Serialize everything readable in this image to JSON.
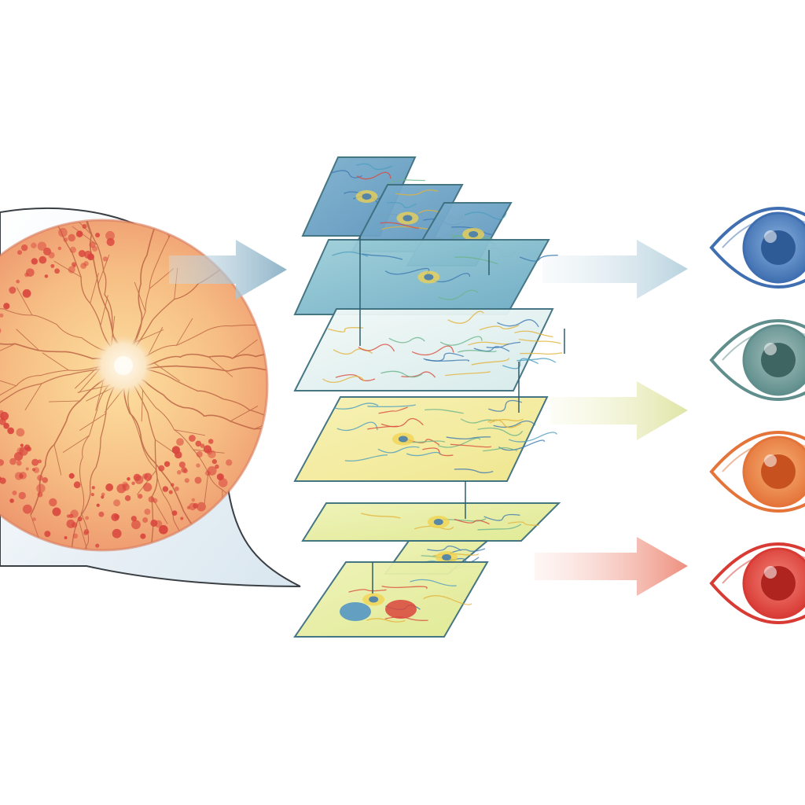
{
  "diagram": {
    "stages": [
      {
        "id": "fundus-image",
        "kind": "retina-fundus-photo"
      },
      {
        "id": "feature-layers",
        "kind": "stacked-processing-layers",
        "layer_count": 9
      },
      {
        "id": "outputs",
        "kind": "eye-icons",
        "count": 4
      }
    ],
    "arrows": [
      {
        "from": "fundus-image",
        "to": "feature-layers",
        "color": "#8fb4c8"
      },
      {
        "from": "feature-layers",
        "to": "output-blue",
        "color": "#b9d3df"
      },
      {
        "from": "feature-layers",
        "to": "output-green",
        "color": "#e3e7b4"
      },
      {
        "from": "feature-layers",
        "to": "output-red",
        "color": "#ee9e8e"
      }
    ],
    "outputs": [
      {
        "name": "eye-icon-blue",
        "color": "#3f6fb0"
      },
      {
        "name": "eye-icon-teal",
        "color": "#5f8e8c"
      },
      {
        "name": "eye-icon-orange",
        "color": "#e4743a"
      },
      {
        "name": "eye-icon-red",
        "color": "#d83a34"
      }
    ],
    "palette": {
      "retina_outer": "#f19a76",
      "retina_inner": "#f6c98a",
      "optic_disc": "#fff1d6",
      "hemorrhage_dots": "#d9453d",
      "vessels": "#b4593c",
      "layer_blue": "#6aa3c5",
      "layer_teal": "#a9d2d8",
      "layer_cyan": "#e3f1f0",
      "layer_yellow": "#f4ed9a",
      "layer_green": "#e7ef9c",
      "layer_border": "#3d6f7e"
    }
  }
}
